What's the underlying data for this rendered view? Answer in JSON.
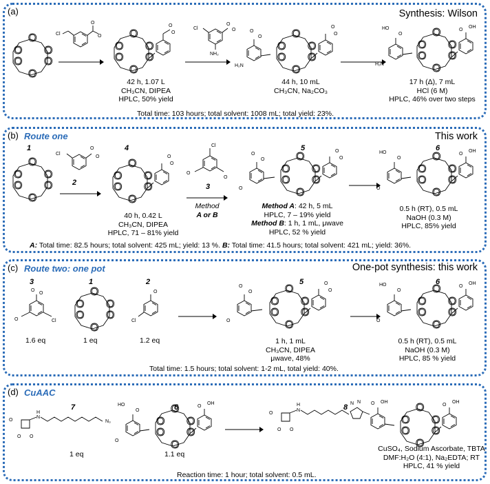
{
  "panel_a": {
    "label": "(a)",
    "title": "Synthesis: Wilson",
    "step1": [
      "42 h, 1.07 L",
      "CH₃CN, DIPEA",
      "HPLC, 50% yield"
    ],
    "step2": [
      "44 h, 10 mL",
      "CH₃CN, Na₂CO₃"
    ],
    "step3": [
      "17 h (Δ), 7 mL",
      "HCl (6 M)",
      "HPLC, 46% over two steps"
    ],
    "total": "Total time: 103 hours; total solvent: 1008 mL; total yield: 23%."
  },
  "panel_b": {
    "label": "(b)",
    "route": "Route one",
    "title": "This work",
    "compounds": [
      "1",
      "2",
      "4",
      "3",
      "5",
      "6"
    ],
    "method_label": "Method",
    "method_options": "A or B",
    "step1": [
      "40 h, 0.42 L",
      "CH₃CN, DIPEA",
      "HPLC, 71 – 81% yield"
    ],
    "methodA_head": "Method A",
    "methodA": [
      ": 42 h, 5 mL",
      "HPLC, 7 – 19% yield"
    ],
    "methodB_head": "Method B",
    "methodB": [
      ": 1 h, 1 mL, μwave",
      "HPLC, 52 % yield"
    ],
    "step3": [
      "0.5 h (RT), 0.5 mL",
      "NaOH (0.3 M)",
      "HPLC, 85% yield"
    ],
    "totalA_head": "A:",
    "totalA": " Total time: 82.5 hours; total solvent: 425 mL; yield: 13 %.",
    "totalB_head": "B:",
    "totalB": " Total time: 41.5 hours; total solvent: 421 mL; yield: 36%."
  },
  "panel_c": {
    "label": "(c)",
    "route": "Route two: one pot",
    "title": "One-pot synthesis: this work",
    "compounds": [
      "3",
      "1",
      "2",
      "5",
      "6"
    ],
    "equivalents": [
      "1.6 eq",
      "1 eq",
      "1.2  eq"
    ],
    "step1": [
      "1 h, 1 mL",
      "CH₃CN, DIPEA",
      "μwave, 48%"
    ],
    "step2": [
      "0.5 h (RT), 0.5 mL",
      "NaOH (0.3 M)",
      "HPLC, 85 % yield"
    ],
    "total": "Total time: 1.5 hours; total solvent: 1-2 mL, total yield: 40%."
  },
  "panel_d": {
    "label": "(d)",
    "route": "CuAAC",
    "compounds": [
      "7",
      "6",
      "8"
    ],
    "equivalents": [
      "1 eq",
      "1.1 eq"
    ],
    "conditions": [
      "CuSO₄, Sodium Ascorbate, TBTA",
      "DMF:H₂O (4:1), Na₂EDTA; RT",
      "HPLC, 41 % yield"
    ],
    "total": "Reaction time: 1 hour; total solvent: 0.5 mL."
  }
}
